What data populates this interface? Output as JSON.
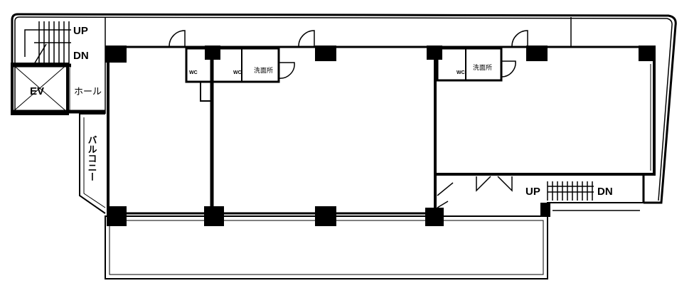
{
  "plan": {
    "stair_left": {
      "up": "UP",
      "dn": "DN"
    },
    "elevator": "EV",
    "hall": "ホール",
    "balcony": "バルコニー",
    "wc_labels": [
      "WC",
      "WC",
      "WC"
    ],
    "washroom_labels": [
      "洗面所",
      "洗面所"
    ],
    "stair_right": {
      "up": "UP",
      "dn": "DN"
    }
  }
}
